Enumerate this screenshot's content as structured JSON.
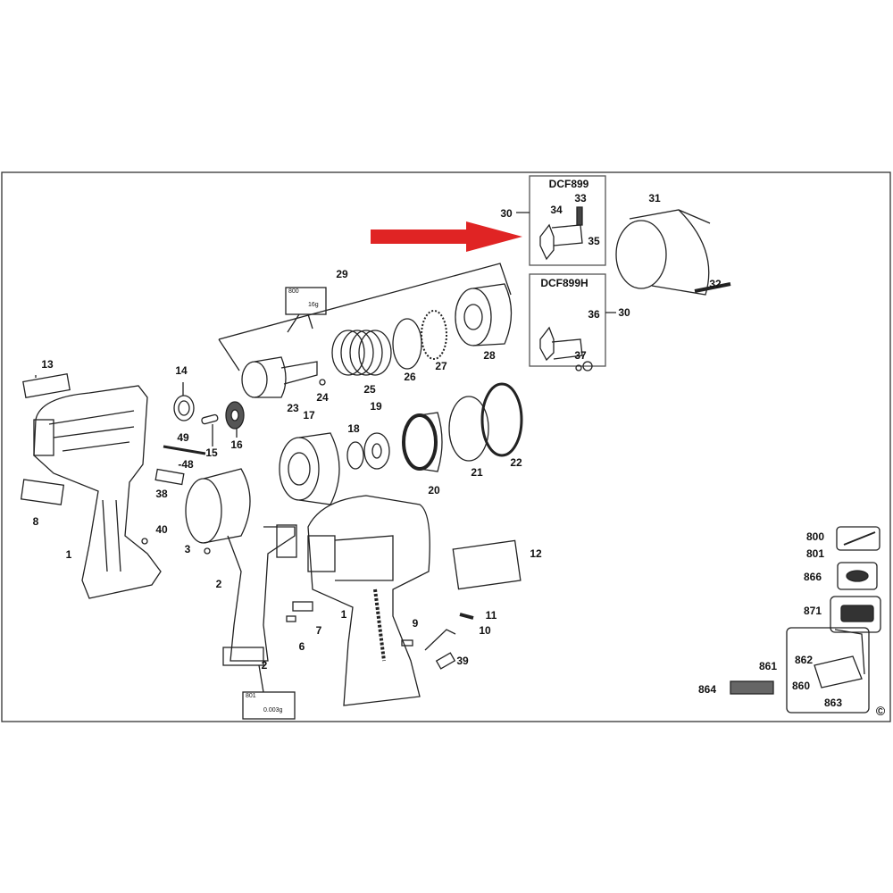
{
  "title": "Exploded parts diagram",
  "colors": {
    "arrow": "#e02424",
    "line": "#222222"
  },
  "boxes": {
    "dcf899": "DCF899",
    "dcf899h": "DCF899H"
  },
  "kits": {
    "upper": {
      "code": "800",
      "weight": "16g"
    },
    "lower": {
      "code": "801",
      "weight": "0.003g"
    }
  },
  "copyright": "©",
  "labels": {
    "p13": "13",
    "p14": "14",
    "p49": "49",
    "p48": "-48",
    "p15": "15",
    "p16": "16",
    "p38": "38",
    "p8": "8",
    "p40": "40",
    "p1a": "1",
    "p3": "3",
    "p2a": "2",
    "p23": "23",
    "p24": "24",
    "p17": "17",
    "p18": "18",
    "p19": "19",
    "p25": "25",
    "p26": "26",
    "p27": "27",
    "p28": "28",
    "p29": "29",
    "p20": "20",
    "p21": "21",
    "p22": "22",
    "p12": "12",
    "p1b": "1",
    "p9": "9",
    "p11": "11",
    "p10": "10",
    "p7": "7",
    "p6": "6",
    "p39": "39",
    "p2b": "2",
    "p30a": "30",
    "p33": "33",
    "p34": "34",
    "p35": "35",
    "p36": "36",
    "p30b": "30",
    "p37": "37",
    "p31": "31",
    "p32": "32",
    "p800": "800",
    "p801": "801",
    "p866": "866",
    "p871": "871",
    "p861": "861",
    "p862": "862",
    "p860": "860",
    "p863": "863",
    "p864": "864"
  }
}
